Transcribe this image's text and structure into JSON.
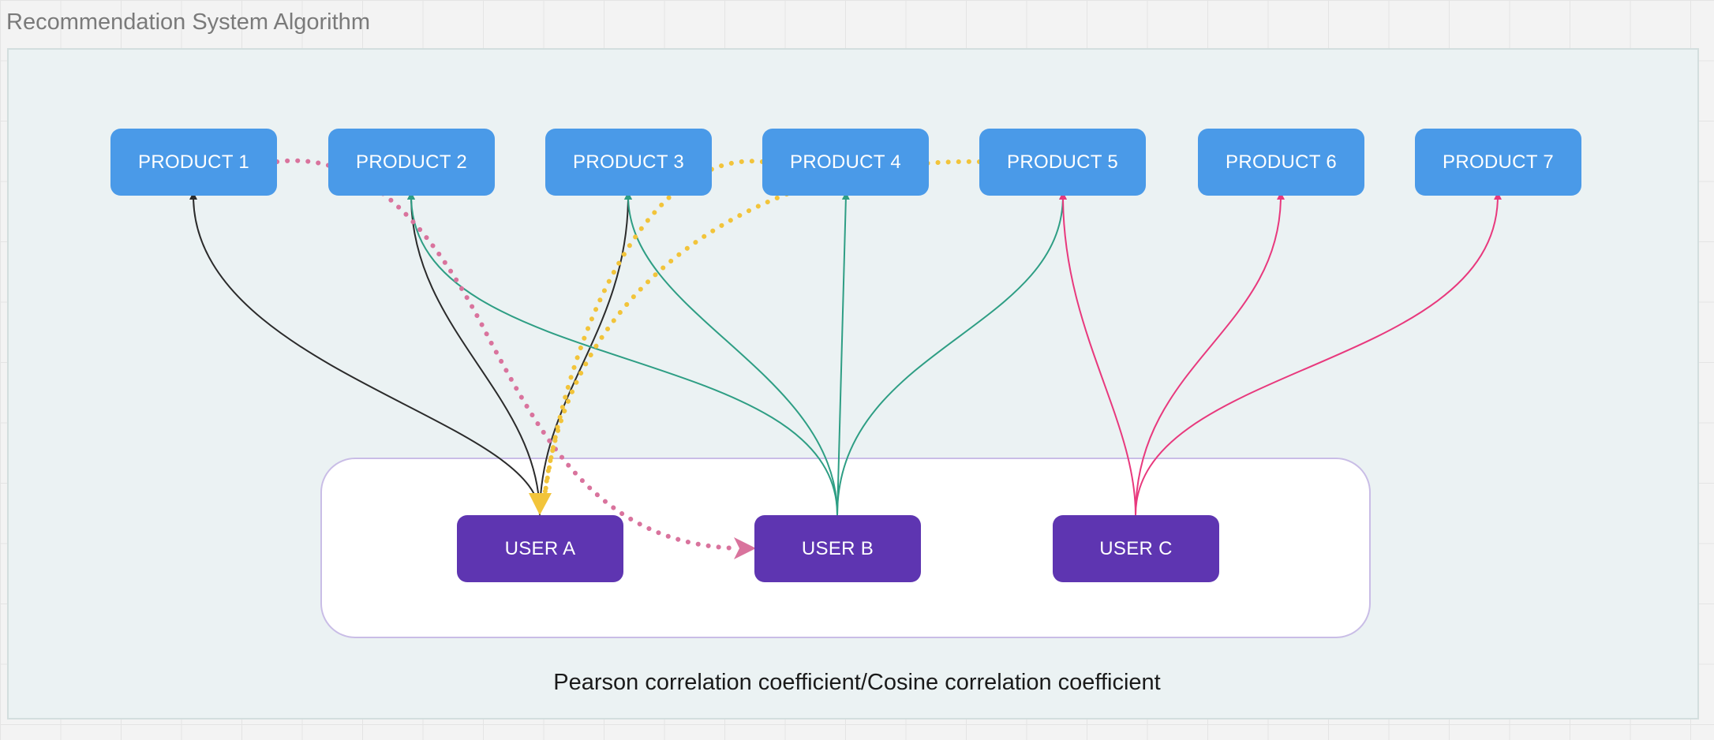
{
  "frame": {
    "title": "Recommendation System Algorithm"
  },
  "products": [
    {
      "id": "p1",
      "label": "PRODUCT 1"
    },
    {
      "id": "p2",
      "label": "PRODUCT 2"
    },
    {
      "id": "p3",
      "label": "PRODUCT 3"
    },
    {
      "id": "p4",
      "label": "PRODUCT 4"
    },
    {
      "id": "p5",
      "label": "PRODUCT 5"
    },
    {
      "id": "p6",
      "label": "PRODUCT 6"
    },
    {
      "id": "p7",
      "label": "PRODUCT 7"
    }
  ],
  "users": [
    {
      "id": "ua",
      "label": "USER A"
    },
    {
      "id": "ub",
      "label": "USER B"
    },
    {
      "id": "uc",
      "label": "USER C"
    }
  ],
  "caption": "Pearson correlation coefficient/Cosine correlation coefficient",
  "colors": {
    "product_fill": "#4a9ae8",
    "user_fill": "#5e35b1",
    "user_a_edges": "#2b2b2b",
    "user_b_edges": "#2e9e84",
    "user_c_edges": "#e8397d",
    "similarity_link": "#d9739d",
    "recommendation_link": "#f2c43a"
  },
  "edges": {
    "user_a": [
      "p1",
      "p2",
      "p3"
    ],
    "user_b": [
      "p2",
      "p3",
      "p4",
      "p5"
    ],
    "user_c": [
      "p5",
      "p6",
      "p7"
    ],
    "dotted_similarity": {
      "from": "p1",
      "to": "ub"
    },
    "dotted_recommendations": [
      {
        "from": "p4",
        "to": "ua"
      },
      {
        "from": "p5",
        "to": "ua"
      }
    ]
  }
}
